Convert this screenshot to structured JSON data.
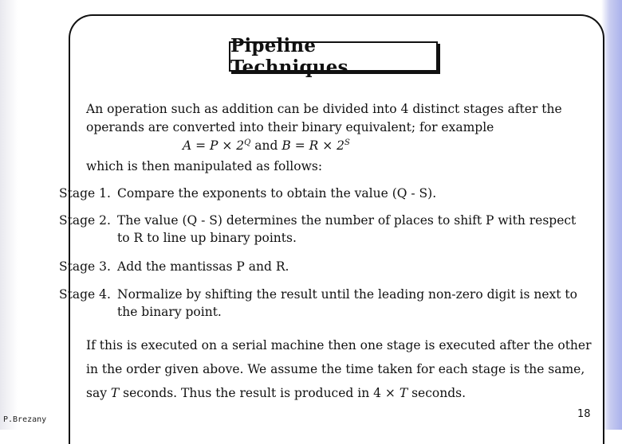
{
  "title": "Pipeline Techniques",
  "intro": {
    "line1": "An operation such as addition can be divided into 4 distinct stages after the",
    "line2": "operands are converted into their binary equivalent; for example",
    "formula_a": "A = P × 2",
    "formula_a_exp": "Q",
    "formula_and": " and ",
    "formula_b": "B = R × 2",
    "formula_b_exp": "S",
    "line3": "which is then manipulated as follows:"
  },
  "stages": [
    {
      "label": "Stage 1.",
      "line1": "Compare the exponents to obtain the value (Q - S).",
      "line2": ""
    },
    {
      "label": "Stage 2.",
      "line1": "The value (Q - S) determines the number of places to shift P with respect",
      "line2": "to R to line up binary points."
    },
    {
      "label": "Stage 3.",
      "line1": "Add the mantissas P and R.",
      "line2": ""
    },
    {
      "label": "Stage 4.",
      "line1": "Normalize by shifting the result until the leading non-zero digit is next to",
      "line2": "the binary point."
    }
  ],
  "final": {
    "line1": "If this is executed on a serial machine then one stage is executed after the other",
    "line2": "in the order given above. We assume the time taken for each stage is the same,",
    "line3a": "say ",
    "line3b": "T",
    "line3c": " seconds. Thus the result is produced in 4 × ",
    "line3d": "T",
    "line3e": " seconds."
  },
  "footer": {
    "author": "P.Brezany",
    "page_number": "18"
  }
}
